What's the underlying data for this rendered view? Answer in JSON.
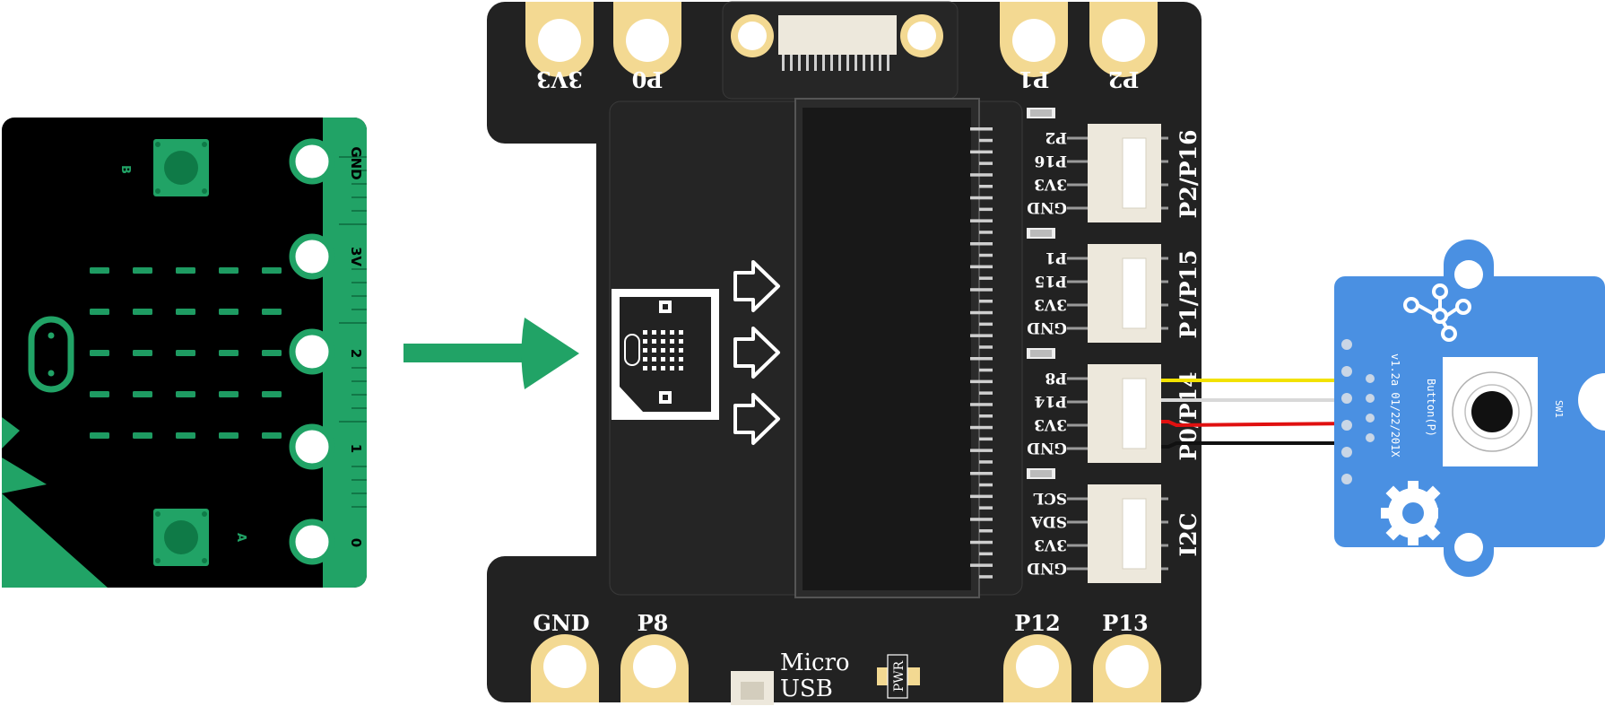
{
  "microbit": {
    "button_a": "A",
    "button_b": "B",
    "edge_pins": [
      "GND",
      "3V",
      "2",
      "1",
      "0"
    ],
    "colors": {
      "board": "#000000",
      "edge": "#21a366",
      "led": "#1e9b62"
    }
  },
  "arrow": {
    "direction": "right",
    "color": "#21a366"
  },
  "expansion_board": {
    "top_left_pins": [
      "3V3",
      "P0"
    ],
    "top_right_pins": [
      "P1",
      "P2"
    ],
    "bottom_left_pins": [
      "GND",
      "P8"
    ],
    "bottom_right_pins": [
      "P12",
      "P13"
    ],
    "usb_label_line1": "Micro",
    "usb_label_line2": "USB",
    "power_led_label": "PWR",
    "ports": [
      {
        "name": "P2/P16",
        "pins": [
          "P2",
          "P16",
          "3V3",
          "GND"
        ]
      },
      {
        "name": "P1/P15",
        "pins": [
          "P1",
          "P15",
          "3V3",
          "GND"
        ]
      },
      {
        "name": "P0/P14",
        "pins": [
          "P8",
          "P14",
          "3V3",
          "GND"
        ]
      },
      {
        "name": "I2C",
        "pins": [
          "SCL",
          "SDA",
          "3V3",
          "GND"
        ]
      }
    ],
    "colors": {
      "board": "#222222",
      "pad": "#f3d992",
      "connector": "#ede8dc"
    }
  },
  "wires": {
    "colors": [
      "#f2e200",
      "#e8e8e8",
      "#e01010",
      "#111111"
    ]
  },
  "button_module": {
    "version": "v1.2a 01/22/201X",
    "name": "Button(P)",
    "switch_label": "SW1",
    "colors": {
      "board": "#4a90e2"
    }
  }
}
